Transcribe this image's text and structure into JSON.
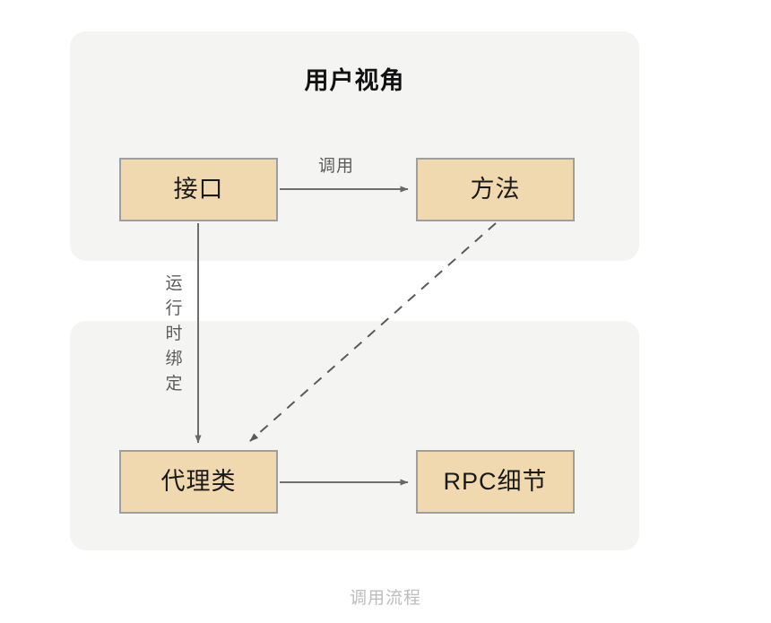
{
  "caption": "调用流程",
  "colors": {
    "page_background": "#ffffff",
    "group_background": "#f4f4f3",
    "node_fill": "#f0d9ae",
    "node_border": "#9e9e9e",
    "node_text": "#1a1a1a",
    "title_text": "#121212",
    "edge_stroke": "#666666",
    "edge_label_text": "#5c5c5c",
    "caption_text": "#bdbdbd"
  },
  "groups": [
    {
      "id": "user-view",
      "title": "用户视角"
    },
    {
      "id": "runtime",
      "title": ""
    }
  ],
  "nodes": [
    {
      "id": "interface",
      "label": "接口",
      "group": "user-view"
    },
    {
      "id": "method",
      "label": "方法",
      "group": "user-view"
    },
    {
      "id": "proxy",
      "label": "代理类",
      "group": "runtime"
    },
    {
      "id": "rpc",
      "label": "RPC细节",
      "group": "runtime"
    }
  ],
  "edges": [
    {
      "id": "interface-to-method",
      "from": "interface",
      "to": "method",
      "label": "调用",
      "style": "solid",
      "direction": "right"
    },
    {
      "id": "interface-to-proxy",
      "from": "interface",
      "to": "proxy",
      "label": "运行时绑定",
      "style": "solid",
      "direction": "down"
    },
    {
      "id": "method-to-proxy",
      "from": "method",
      "to": "proxy",
      "label": "",
      "style": "dashed",
      "direction": "down-left"
    },
    {
      "id": "proxy-to-rpc",
      "from": "proxy",
      "to": "rpc",
      "label": "",
      "style": "solid",
      "direction": "right"
    }
  ],
  "labels": {
    "invoke": "调用",
    "runtime_bind": "运行时绑定"
  }
}
